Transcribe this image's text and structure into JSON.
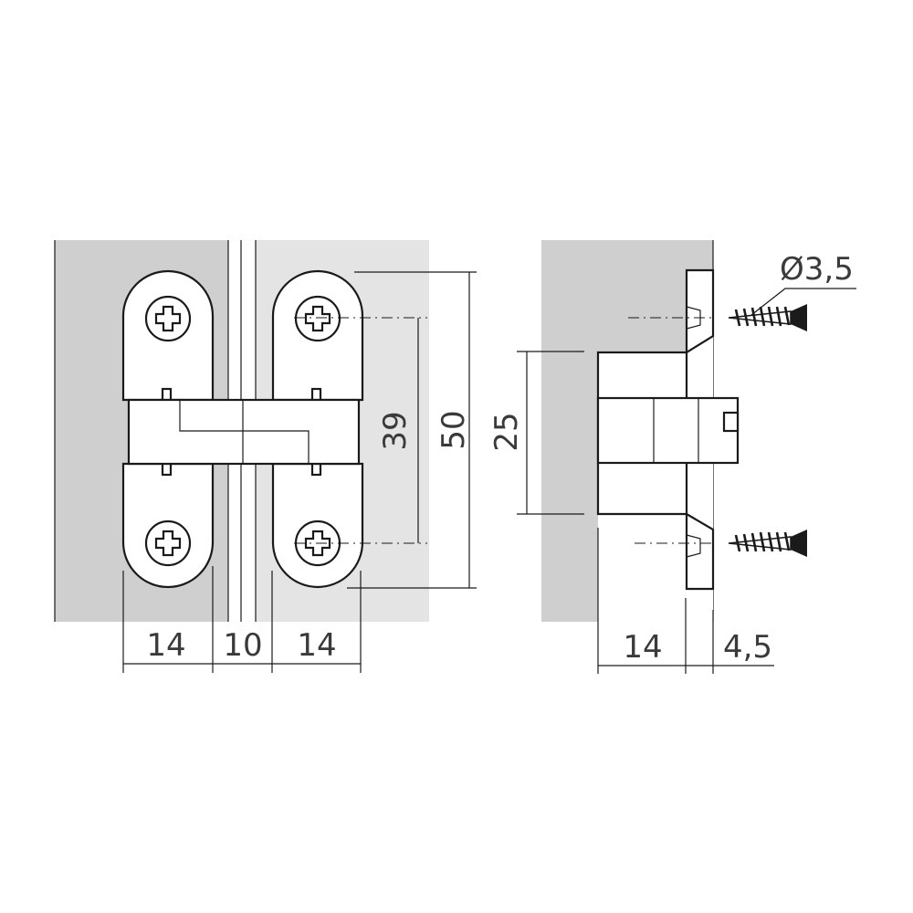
{
  "front_view": {
    "dimensions": {
      "left_leaf_width": "14",
      "gap_width": "10",
      "right_leaf_width": "14",
      "screw_spacing": "39",
      "total_height": "50"
    }
  },
  "side_view": {
    "dimensions": {
      "body_height": "25",
      "body_depth": "14",
      "flange_thickness": "4,5",
      "screw_diameter": "Ø3,5"
    }
  },
  "colors": {
    "wall_dark": "#cfcfcf",
    "wall_light": "#e4e4e4",
    "line": "#1a1a1a",
    "text": "#3a3a3a"
  }
}
